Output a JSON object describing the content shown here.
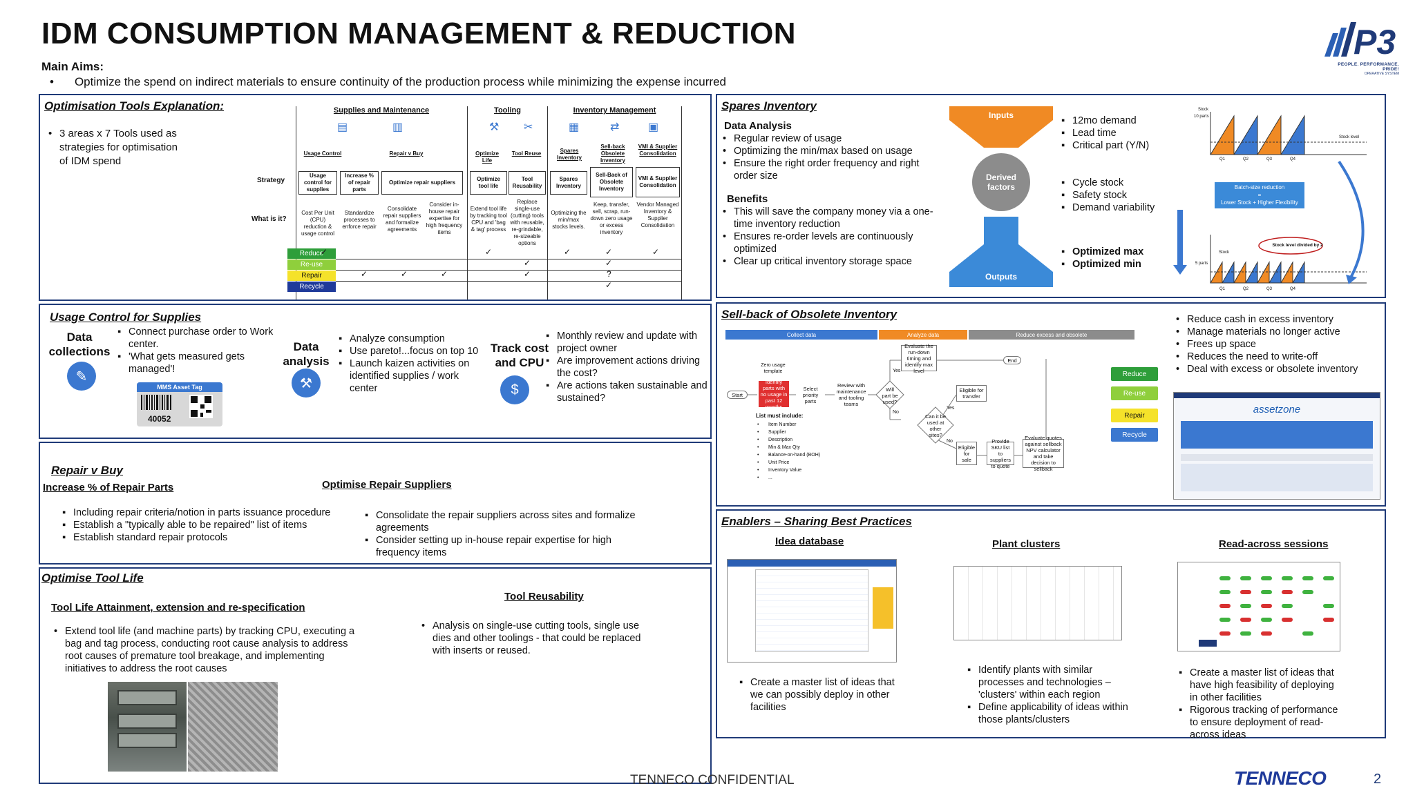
{
  "header": {
    "title": "IDM CONSUMPTION MANAGEMENT & REDUCTION",
    "aims_label": "Main Aims:",
    "aims_text": "Optimize the spend on indirect materials to ensure continuity of the production process while minimizing the expense incurred",
    "logo_text": "P3",
    "logo_tagline": "PEOPLE. PERFORMANCE. PRIDE!",
    "logo_sub": "OPERATIVE SYSTEM"
  },
  "opt_tools": {
    "heading": "Optimisation Tools Explanation:",
    "bullet": "3 areas x 7 Tools used as strategies for optimisation of IDM spend",
    "groups": [
      "Supplies and Maintenance",
      "Tooling",
      "Inventory Management"
    ],
    "subgroups": [
      "Usage Control",
      "Repair v Buy",
      "Optimize Life",
      "Tool Reuse",
      "Spares Inventory",
      "Sell-back Obsolete Inventory",
      "VMI & Supplier Consolidation"
    ],
    "row_strategy": "Strategy",
    "row_what": "What is it?",
    "strategies": [
      "Usage control for supplies",
      "Increase % of repair parts",
      "Optimize repair suppliers",
      "Optimize tool life",
      "Tool Reusability",
      "Spares Inventory",
      "Sell-Back of Obsolete Inventory",
      "VMI & Supplier Consolidation"
    ],
    "whats": [
      "Cost Per Unit (CPU) reduction & usage control",
      "Standardize processes to enforce repair",
      "Consolidate repair suppliers and formalize agreements",
      "Consider in-house repair expertise for high frequency items",
      "Extend tool life by tracking tool CPU and 'bag & tag' process",
      "Replace single-use (cutting) tools with reusable, re-grindable, re-sizeable options",
      "Optimizing the min/max stocks levels.",
      "Keep, transfer, sell, scrap, run-down zero usage or excess inventory",
      "Vendor Managed Inventory & Supplier Consolidation"
    ],
    "levers": [
      "Reduce",
      "Re-use",
      "Repair",
      "Recycle"
    ],
    "lever_colors": [
      "#2e9e3a",
      "#8fcf3c",
      "#f5e22a",
      "#1f3a9a"
    ],
    "check": "✓",
    "question": "?"
  },
  "spares": {
    "heading": "Spares Inventory",
    "data_analysis": "Data Analysis",
    "da_items": [
      "Regular review of usage",
      "Optimizing the min/max based on usage",
      "Ensure the right order frequency and right order size"
    ],
    "benefits": "Benefits",
    "benefit_items": [
      "This will save the company money via a one-time inventory reduction",
      "Ensures re-order levels are continuously optimized",
      "Clear up critical inventory storage space"
    ],
    "funnel_inputs": "Inputs",
    "funnel_derived": "Derived factors",
    "funnel_outputs": "Outputs",
    "inputs": [
      "12mo demand",
      "Lead time",
      "Critical part (Y/N)"
    ],
    "derived": [
      "Cycle stock",
      "Safety stock",
      "Demand variability"
    ],
    "outputs": [
      "Optimized max",
      "Optimized min"
    ],
    "chart_stock": "Stock",
    "chart_10": "10 parts",
    "chart_5": "5 parts",
    "chart_level": "Stock level",
    "chart_divided": "Stock level divided by 2",
    "chart_batch": "Batch-size reduction",
    "chart_eq": "=",
    "chart_flex": "Lower Stock + Higher Flexibility",
    "quarters": [
      "Q1",
      "Q2",
      "Q3",
      "Q4"
    ]
  },
  "usage": {
    "heading": "Usage Control for Supplies",
    "col1_title": "Data collections",
    "col1_items": [
      "Connect purchase order to Work center.",
      "'What gets measured gets managed'!"
    ],
    "tag_title": "MMS Asset Tag",
    "tag_number": "40052",
    "col2_title": "Data analysis",
    "col2_items": [
      "Analyze consumption",
      "Use pareto!...focus on top 10",
      "Launch kaizen activities on identified supplies / work center"
    ],
    "col3_title": "Track cost and CPU",
    "col3_items": [
      "Monthly review and update with project owner",
      "Are improvement actions driving the cost?",
      "Are actions taken sustainable and sustained?"
    ]
  },
  "sellback": {
    "heading": "Sell-back of Obsolete Inventory",
    "phase1": "Collect data",
    "phase2": "Analyze data",
    "phase3": "Reduce excess and obsolete",
    "start": "Start",
    "zero_tpl": "Zero usage template",
    "identify": "Identify parts with no usage in past 12 months",
    "select": "Select priority parts",
    "review": "Review with maintenance and tooling teams",
    "will_used": "Will part be used?",
    "evaluate": "Evaluate the run-down timing and identify max level",
    "end": "End",
    "yes": "Yes",
    "no": "No",
    "can_used": "Can it be used at other sites?",
    "eligible_transfer": "Eligible for transfer",
    "eligible_sale": "Eligible for sale",
    "provide_sku": "Provide SKU list to suppliers to quote",
    "eval_quotes": "Evaluate quotes against sellback NPV calculator and take decision to sellback",
    "list_title": "List must include:",
    "list_items": [
      "Item Number",
      "Supplier",
      "Description",
      "Min & Max Qty",
      "Balance-on-hand (BOH)",
      "Unit Price",
      "Inventory Value",
      "..."
    ],
    "bullets": [
      "Reduce cash in excess inventory",
      "Manage materials no longer active",
      "Frees up space",
      "Reduces the need to write-off",
      "Deal with excess or obsolete inventory"
    ],
    "levers": [
      "Reduce",
      "Re-use",
      "Repair",
      "Recycle"
    ],
    "site_name": "assetzone"
  },
  "repair": {
    "heading": "Repair v Buy",
    "sub1": "Increase % of Repair Parts",
    "items1": [
      "Including repair criteria/notion in parts issuance procedure",
      "Establish a \"typically able to be repaired\" list of items",
      "Establish standard repair protocols"
    ],
    "sub2": "Optimise Repair Suppliers",
    "items2": [
      "Consolidate the repair suppliers across sites and formalize agreements",
      "Consider setting up in-house repair expertise for high frequency items"
    ]
  },
  "enablers": {
    "heading": "Enablers – Sharing Best Practices",
    "c1_title": "Idea database",
    "c1_items": [
      "Create a master list of ideas that we can possibly deploy in other facilities"
    ],
    "c2_title": "Plant clusters",
    "c2_items": [
      "Identify plants with similar processes and technologies – 'clusters' within each region",
      "Define applicability of ideas within those plants/clusters"
    ],
    "c3_title": "Read-across sessions",
    "c3_items": [
      "Create a master list of ideas that have high feasibility of deploying in other facilities",
      "Rigorous tracking of performance to ensure deployment of read-across ideas"
    ]
  },
  "toollife": {
    "heading": "Optimise Tool Life",
    "sub1": "Tool Life Attainment, extension and re-specification",
    "items1": [
      "Extend tool life (and machine parts) by tracking CPU, executing a bag and tag process, conducting root cause analysis to address root causes of premature tool breakage, and implementing initiatives to address the root causes"
    ],
    "sub2": "Tool Reusability",
    "items2": [
      "Analysis on single-use cutting tools, single use dies and other toolings - that could be replaced with inserts or reused."
    ]
  },
  "footer": {
    "confidential": "TENNECO CONFIDENTIAL",
    "brand": "TENNECO",
    "page": "2"
  }
}
